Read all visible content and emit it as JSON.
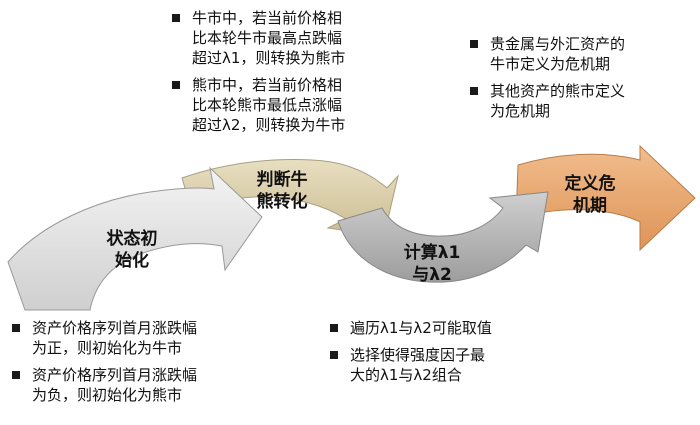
{
  "colors": {
    "step1": "#dcdcdc",
    "step2": "#d8cda8",
    "step3": "#b4b4b4",
    "step4": "#e9a872"
  },
  "steps": [
    {
      "label": "状态初\n始化",
      "bullets": [
        "资产价格序列首月涨跌幅\n为正，则初始化为牛市",
        "资产价格序列首月涨跌幅\n为负，则初始化为熊市"
      ]
    },
    {
      "label": "判断牛\n熊转化",
      "bullets": [
        "牛市中，若当前价格相\n比本轮牛市最高点跌幅\n超过λ1，则转换为熊市",
        "熊市中，若当前价格相\n比本轮熊市最低点涨幅\n超过λ2，则转换为牛市"
      ]
    },
    {
      "label": "计算λ1\n与λ2",
      "bullets": [
        "遍历λ1与λ2可能取值",
        "选择使得强度因子最\n大的λ1与λ2组合"
      ]
    },
    {
      "label": "定义危\n机期",
      "bullets": [
        "贵金属与外汇资产的\n牛市定义为危机期",
        "其他资产的熊市定义\n为危机期"
      ]
    }
  ]
}
